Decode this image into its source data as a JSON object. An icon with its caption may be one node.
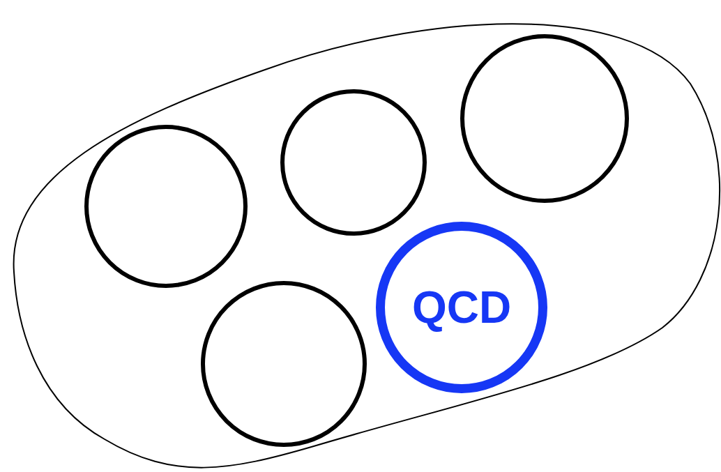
{
  "diagram": {
    "nodes": [
      {
        "text": [],
        "shape": "blob"
      },
      {
        "text": [],
        "shape": "circle",
        "in": 0
      },
      {
        "text": [],
        "shape": "circle",
        "in": 0
      },
      {
        "text": [],
        "shape": "circle",
        "in": 0
      },
      {
        "text": [],
        "shape": "circle",
        "in": 0
      },
      {
        "text": [
          "QCD"
        ],
        "in": 0
      }
    ]
  }
}
